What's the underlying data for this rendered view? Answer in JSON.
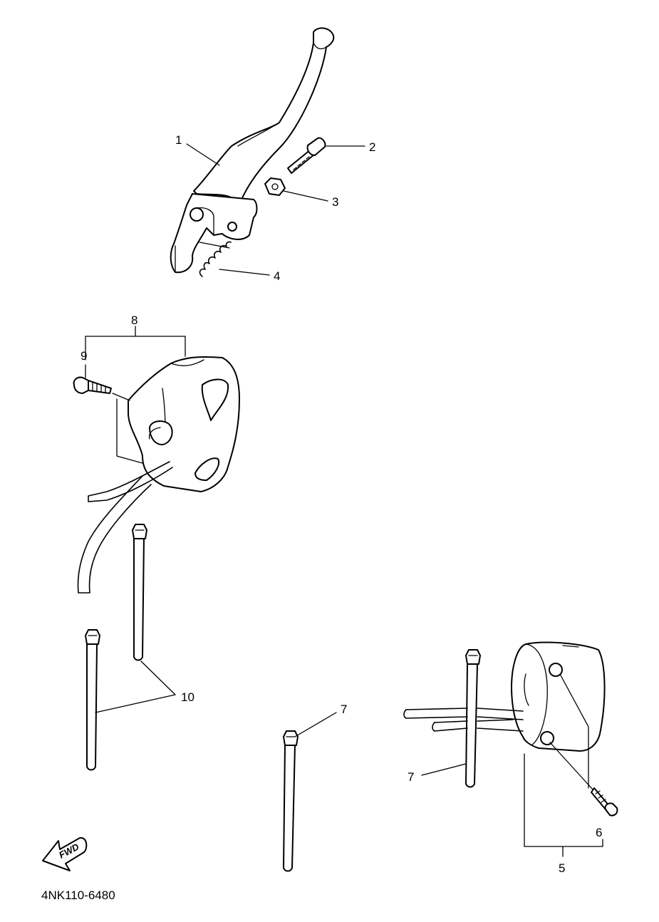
{
  "diagram": {
    "part_code": "4NK110-6480",
    "direction_label": "FWD",
    "callouts": [
      {
        "id": "1",
        "label": "1"
      },
      {
        "id": "2",
        "label": "2"
      },
      {
        "id": "3",
        "label": "3"
      },
      {
        "id": "4",
        "label": "4"
      },
      {
        "id": "5",
        "label": "5"
      },
      {
        "id": "6",
        "label": "6"
      },
      {
        "id": "7a",
        "label": "7"
      },
      {
        "id": "7b",
        "label": "7"
      },
      {
        "id": "8",
        "label": "8"
      },
      {
        "id": "9",
        "label": "9"
      },
      {
        "id": "10",
        "label": "10"
      }
    ],
    "icons": [
      "fwd-arrow-icon"
    ]
  }
}
